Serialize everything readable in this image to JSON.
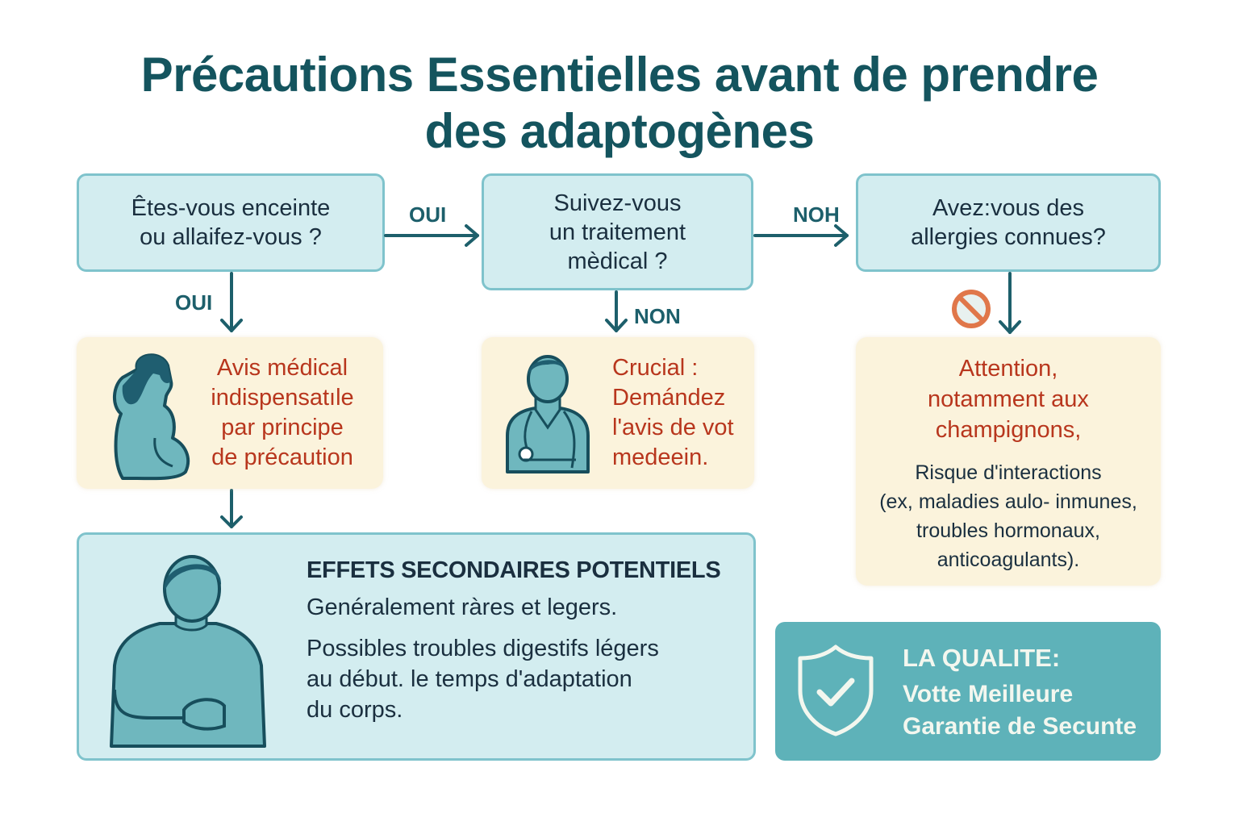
{
  "title": {
    "line1": "Précautions Essentielles avant de prendre",
    "line2": "des adaptogènes"
  },
  "questions": [
    {
      "lines": [
        "Êtes-vous enceinte",
        "ou allaifez-vous ?"
      ]
    },
    {
      "lines": [
        "Suivez-vous",
        "un traitement",
        "mèdical ?"
      ]
    },
    {
      "lines": [
        "Avez:vous des",
        "allergies connues?"
      ]
    }
  ],
  "arrow_labels": {
    "q1_right": "OUI",
    "q1_down": "OUI",
    "q2_right": "NOH",
    "q2_down": "NON"
  },
  "results": {
    "pregnancy": {
      "icon": "pregnant-woman-icon",
      "lines": [
        "Avis médical",
        "indispensatıle",
        "par principe",
        "de précaution"
      ]
    },
    "treatment": {
      "icon": "doctor-icon",
      "lines": [
        "Crucial :",
        "Demández",
        "l'avis de vot",
        "medeein."
      ]
    },
    "allergies": {
      "icon": "prohibited-icon",
      "warning_lines": [
        "Attention,",
        "notamment aux",
        "champignons,"
      ],
      "detail_lines": [
        "Risque d'interactions",
        "(ex, maladies aulo- inmunes,",
        "troubles hormonaux,",
        "anticoagulants)."
      ]
    }
  },
  "side_effects": {
    "icon": "person-holding-stomach-icon",
    "heading": "EFFETS SECONDAIRES POTENTIELS",
    "line1": "Genéralement ràres et legers.",
    "line2": [
      "Possibles troubles digestifs légers",
      "au début. le temps d'adaptation",
      "du corps."
    ]
  },
  "quality": {
    "icon": "shield-check-icon",
    "heading": "LA QUALITE:",
    "lines": [
      "Votte Meilleure",
      "Garantie de Secunte"
    ]
  },
  "colors": {
    "title": "#14545e",
    "question_bg": "#d3edf0",
    "question_border": "#7fc3cc",
    "result_bg": "#fbf3dc",
    "warning_text": "#b8361d",
    "arrow": "#1d5f6b",
    "quality_bg": "#5eb2b9",
    "prohibited": "#e0774a"
  }
}
